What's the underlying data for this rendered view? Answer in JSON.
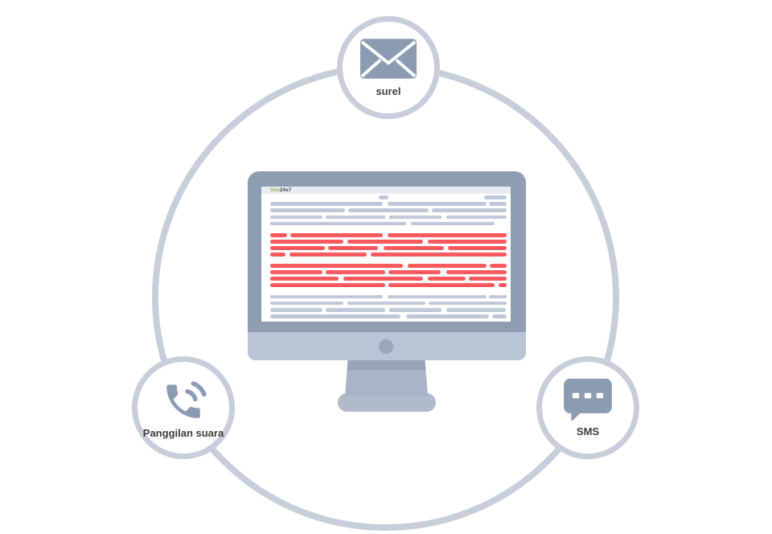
{
  "nodes": [
    {
      "id": "email",
      "label": "surel",
      "icon": "envelope-icon"
    },
    {
      "id": "voice-call",
      "label": "Panggilan suara",
      "icon": "phone-icon"
    },
    {
      "id": "sms",
      "label": "SMS",
      "icon": "chat-bubble-icon"
    }
  ],
  "monitor": {
    "logo_prefix": "Site",
    "logo_suffix": "24x7"
  },
  "colors": {
    "ring": "#C6CEDC",
    "icon": "#8B9CB2",
    "label_text": "#3D3D3D",
    "monitor_bezel": "#8E9DB2",
    "monitor_chin": "#B9C4D4",
    "camera_dot": "#9AA8BC",
    "stand_neck": "#A9B4C6",
    "stand_base": "#AFBACB",
    "page_header": "#E8EBF1",
    "gray_bar": "#BFC8DA",
    "alert_red_bar": "#FA5A5F",
    "logo_green": "#8BC34A",
    "logo_dark": "#3A4A5A"
  },
  "screen": {
    "rows": [
      {
        "color": "gray",
        "gap_before": false,
        "segments": [
          [
            46,
            4
          ],
          [
            90.5,
            9.5
          ]
        ]
      },
      {
        "color": "gray",
        "gap_before": false,
        "segments": [
          [
            0,
            47.5
          ],
          [
            49.5,
            42
          ],
          [
            92.5,
            7.5
          ]
        ]
      },
      {
        "color": "gray",
        "gap_before": false,
        "segments": [
          [
            0,
            31.5
          ],
          [
            33,
            34
          ],
          [
            68.5,
            31.5
          ]
        ]
      },
      {
        "color": "gray",
        "gap_before": false,
        "segments": [
          [
            0,
            22
          ],
          [
            23.5,
            25
          ],
          [
            50.5,
            22
          ],
          [
            74.5,
            25.5
          ]
        ]
      },
      {
        "color": "gray",
        "gap_before": false,
        "segments": [
          [
            0,
            57.5
          ],
          [
            59.5,
            35.5
          ]
        ]
      },
      {
        "color": "red",
        "gap_before": true,
        "segments": [
          [
            0,
            7
          ],
          [
            8.5,
            39
          ],
          [
            49.5,
            50.5
          ]
        ]
      },
      {
        "color": "red",
        "gap_before": false,
        "segments": [
          [
            0,
            31
          ],
          [
            32.5,
            32
          ],
          [
            66.5,
            33.5
          ]
        ]
      },
      {
        "color": "red",
        "gap_before": false,
        "segments": [
          [
            0,
            23
          ],
          [
            24.5,
            21
          ],
          [
            48,
            25.5
          ],
          [
            75,
            25
          ]
        ]
      },
      {
        "color": "red",
        "gap_before": false,
        "segments": [
          [
            0,
            6.5
          ],
          [
            8.2,
            32.5
          ],
          [
            42.5,
            57.5
          ]
        ]
      },
      {
        "color": "red",
        "gap_before": true,
        "segments": [
          [
            0,
            56
          ],
          [
            58,
            33.5
          ],
          [
            93,
            7
          ]
        ]
      },
      {
        "color": "red",
        "gap_before": false,
        "segments": [
          [
            0,
            22
          ],
          [
            23.5,
            25
          ],
          [
            50,
            22
          ],
          [
            74.5,
            25.5
          ]
        ]
      },
      {
        "color": "red",
        "gap_before": false,
        "segments": [
          [
            0,
            29
          ],
          [
            31,
            33.5
          ],
          [
            66.5,
            16
          ],
          [
            84,
            16
          ]
        ]
      },
      {
        "color": "red",
        "gap_before": false,
        "segments": [
          [
            0,
            48.5
          ],
          [
            50,
            45
          ],
          [
            96.5,
            3.5
          ]
        ]
      },
      {
        "color": "gray",
        "gap_before": true,
        "segments": [
          [
            0,
            47.5
          ],
          [
            49.5,
            42
          ],
          [
            92.5,
            7.5
          ]
        ]
      },
      {
        "color": "gray",
        "gap_before": false,
        "segments": [
          [
            0,
            31
          ],
          [
            32.5,
            33
          ],
          [
            67,
            33
          ]
        ]
      },
      {
        "color": "gray",
        "gap_before": false,
        "segments": [
          [
            0,
            22
          ],
          [
            23.5,
            25
          ],
          [
            50.5,
            22
          ],
          [
            74.5,
            25
          ]
        ]
      },
      {
        "color": "gray",
        "gap_before": false,
        "segments": [
          [
            0,
            55
          ],
          [
            57.5,
            35
          ],
          [
            94,
            6
          ]
        ]
      }
    ]
  }
}
